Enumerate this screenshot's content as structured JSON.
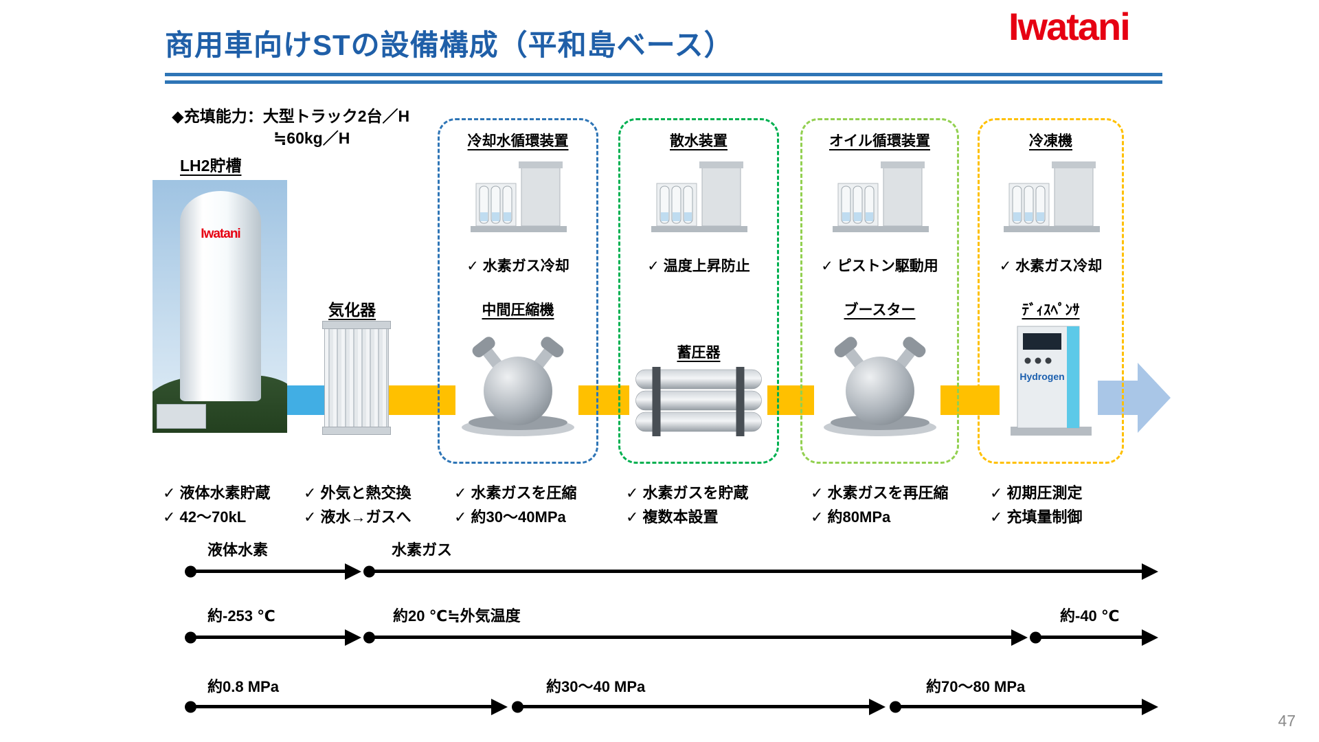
{
  "header": {
    "title": "商用車向けSTの設備構成（平和島ベース）",
    "logo": "Iwatani",
    "capacity_line1": "◆充填能力：大型トラック2台／H",
    "capacity_line2": "≒60kg／H"
  },
  "colors": {
    "title_blue": "#1F5FA8",
    "rule_blue": "#2E75B6",
    "logo_red": "#E60012",
    "band_blue": "#41AEE4",
    "band_yellow": "#FFC000",
    "arrow_blue": "#A9C6E7",
    "group_blue": "#2E75B6",
    "group_green": "#00B050",
    "group_light_green": "#92D050",
    "group_yellow": "#FFC000"
  },
  "tank": {
    "label": "LH2貯槽",
    "photo_brand": "Iwatani",
    "notes": {
      "line1": "✓ 液体水素貯蔵",
      "line2": "✓ 42〜70kL"
    }
  },
  "vaporizer": {
    "label": "気化器",
    "notes": {
      "line1": "✓ 外気と熱交換",
      "line2": "✓ 液水→ガスへ"
    }
  },
  "groups": [
    {
      "aux_label": "冷却水循環装置",
      "aux_note": "✓ 水素ガス冷却",
      "main_label": "中間圧縮機",
      "notes": {
        "line1": "✓ 水素ガスを圧縮",
        "line2": "✓ 約30〜40MPa"
      },
      "border_color": "#2E75B6"
    },
    {
      "aux_label": "散水装置",
      "aux_note": "✓ 温度上昇防止",
      "main_label": "蓄圧器",
      "notes": {
        "line1": "✓ 水素ガスを貯蔵",
        "line2": "✓ 複数本設置"
      },
      "border_color": "#00B050"
    },
    {
      "aux_label": "オイル循環装置",
      "aux_note": "✓ ピストン駆動用",
      "main_label": "ブースター",
      "notes": {
        "line1": "✓ 水素ガスを再圧縮",
        "line2": "✓ 約80MPa"
      },
      "border_color": "#92D050"
    },
    {
      "aux_label": "冷凍機",
      "aux_note": "✓ 水素ガス冷却",
      "main_label": "ﾃﾞｨｽﾍﾟﾝｻ",
      "notes": {
        "line1": "✓ 初期圧測定",
        "line2": "✓ 充填量制御"
      },
      "border_color": "#FFC000"
    }
  ],
  "dispenser": {
    "screen_brand": "Hydrogen"
  },
  "timelines": {
    "row1": {
      "seg1_label": "液体水素",
      "seg2_label": "水素ガス"
    },
    "row2": {
      "seg1_label": "約-253 ℃",
      "seg2_label": "約20 ℃≒外気温度",
      "seg3_label": "約-40 ℃"
    },
    "row3": {
      "seg1_label": "約0.8 MPa",
      "seg2_label": "約30〜40 MPa",
      "seg3_label": "約70〜80 MPa"
    }
  },
  "footer": {
    "page_number": "47"
  }
}
